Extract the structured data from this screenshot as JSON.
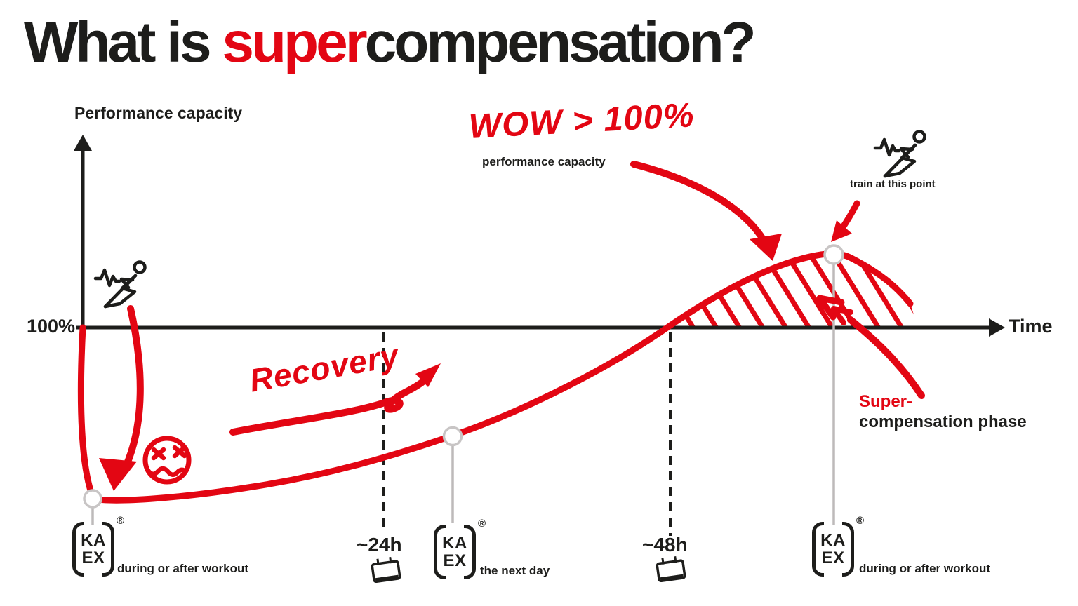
{
  "title": {
    "prefix": "What is ",
    "highlight": "super",
    "suffix": "compensation?"
  },
  "axes": {
    "y_label": "Performance capacity",
    "x_label": "Time",
    "baseline_label": "100%"
  },
  "annotations": {
    "wow_headline": "WOW > 100%",
    "wow_subline": "performance capacity",
    "recovery": "Recovery",
    "train_here": "train at this point",
    "supercomp_highlight": "Super-",
    "supercomp_rest": "compensation phase"
  },
  "timeline": {
    "t24": "~24h",
    "t48": "~48h",
    "caption_first": "during or after workout",
    "caption_next_day": "the next day",
    "caption_last": "during or after workout"
  },
  "brand": {
    "top": "KA",
    "bottom": "EX",
    "reg": "®"
  },
  "colors": {
    "accent": "#e30613",
    "ink": "#1d1d1b",
    "stem": "#bdbaba"
  }
}
